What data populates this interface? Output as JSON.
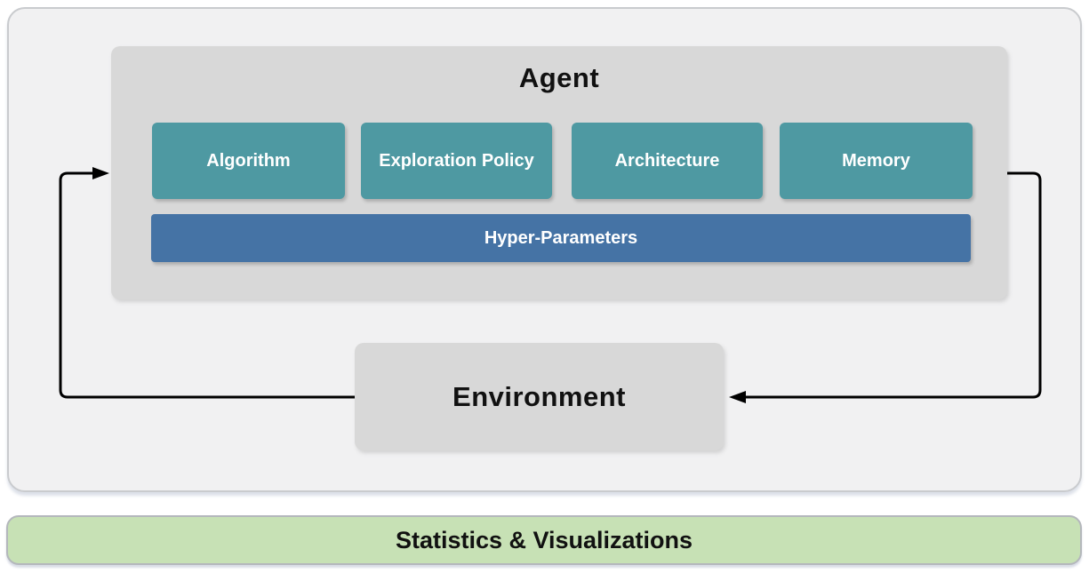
{
  "colors": {
    "module_teal": "#4E99A2",
    "hyper_blue": "#4573A5",
    "panel_gray": "#D8D8D8",
    "outer_bg": "#F1F1F2",
    "footer_green": "#C7E1B5",
    "arrow": "#000000"
  },
  "agent": {
    "title": "Agent",
    "modules": [
      {
        "label": "Algorithm"
      },
      {
        "label": "Exploration Policy"
      },
      {
        "label": "Architecture"
      },
      {
        "label": "Memory"
      }
    ],
    "hyper_parameters": {
      "label": "Hyper-Parameters"
    }
  },
  "environment": {
    "title": "Environment"
  },
  "footer": {
    "label": "Statistics & Visualizations"
  }
}
